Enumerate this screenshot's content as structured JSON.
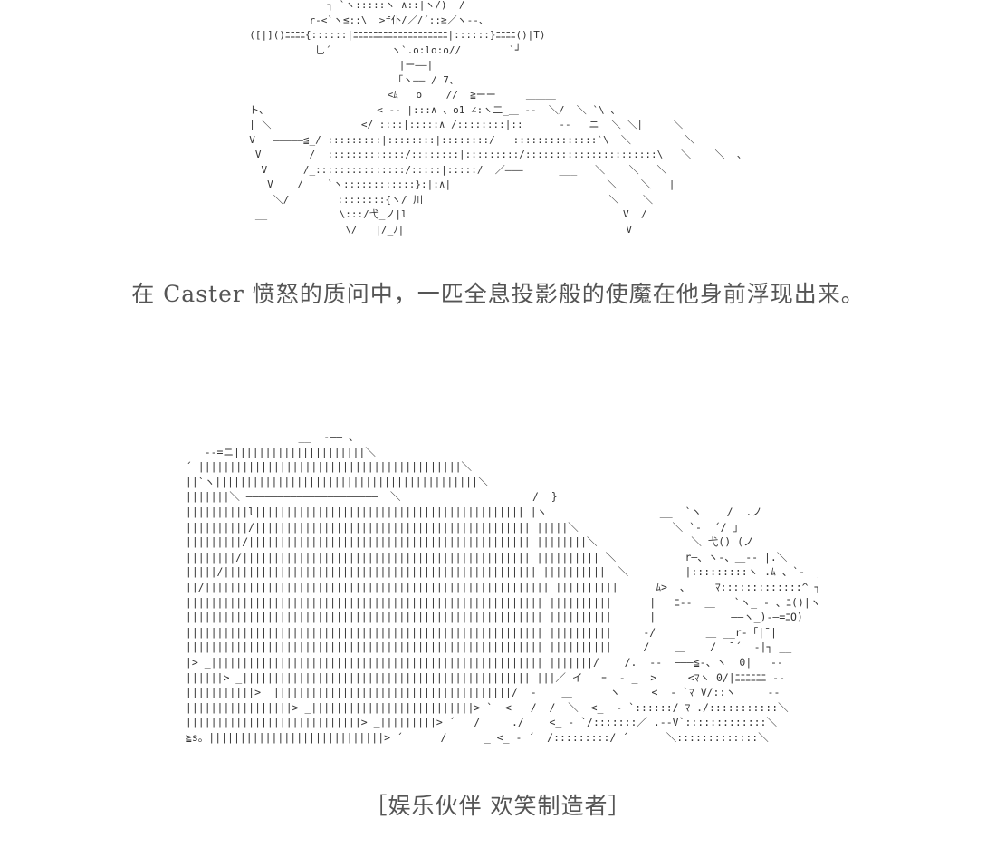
{
  "art": {
    "top": "               ┐ `ヽ:::::ヽ ∧::|ヽ/)  /\n            r-<`ヽ≦::\\  >f仆/／/´::≧／ヽ--、\n  ([|]()ﾆﾆﾆﾆ{::::::|ﾆﾆﾆﾆﾆﾆﾆﾆﾆﾆﾆﾆﾆﾆﾆﾆﾆﾆﾆ|::::::}ﾆﾆﾆﾆ()|T)\n             乚´          ヽ`.o:lo:o//        `┘\n                           |ー――|\n                          「ヽ―― / 7、\n                         <ﾑ   o    //  ≧ーー     ＿＿＿\n  ト、                  < -- |:::∧ 、o1 ∠:ヽ二_＿ --  ＼/  ＼ `\\ 、\n  | ＼               </ ::::|:::::∧ /::::::::|::      --   ニ  ＼ ＼|     ＼\n  V   ―――――≦_/ :::::::::|::::::::|::::::::/   ::::::::::::::`\\  ＼         ＼\n   V        /  :::::::::::::/::::::::|:::::::::/::::::::::::::::::::::\\   ＼    ＼  、\n    V      /_:::::::::::::::/:::::|:::::/  ／―――      ___   ＼    ＼   ＼\n     V    /    `ヽ::::::::::::}:|:∧|                          ＼    ＼   |\n      ＼/        ::::::::{ヽ/ 川                               ＼    ＼\n   __            \\:::/弋_ノ|l                                    V  /\n                  \\/   |/_ﾉ|                                     V",
    "bottom": "                   __  -―― 、\n  _ --=ニ|||||||||||||||||||||＼\n ´ ||||||||||||||||||||||||||||||||||||||||||＼\n ||`ヽ||||||||||||||||||||||||||||||||||||||||||＼\n |||||||＼ ―――――――――――――――――――――  ＼                     /  }\n ||||||||||l||||||||||||||||||||||||||||||||||||||||||| |ヽ                  __  `ヽ    /  .ノ\n ||||||||||/|||||||||||||||||||||||||||||||||||||||||||| |||||＼               ＼ `-  ´/ 」\n |||||||||/||||||||||||||||||||||||||||||||||||||||||||| ||||||||＼               ＼ 弋() (ノ\n ||||||||/|||||||||||||||||||||||||||||||||||||||||||||| |||||||||| ＼           r―、ヽ-、＿-- |.＼\n |||||/|||||||||||||||||||||||||||||||||||||||||||||||||| ||||||||||  ＼         |:::::::::ヽ .ﾑ 、`-  __＼\n ||/||||||||||||||||||||||||||||||||||||||||||||||||||||||| ||||||||||      ﾑ>  、    ﾏ:::::::::::::^ ┐ /フ\n ||||||||||||||||||||||||||||||||||||||||||||||||||||||||| ||||||||||      |   ﾆ--  ＿   `ヽ_ - 、ﾆ()|ヽ_ヽ\n ||||||||||||||||||||||||||||||||||||||||||||||||||||||||| ||||||||||      |            ――ヽ_)-―=ﾆO)\n ||||||||||||||||||||||||||||||||||||||||||||||||||||||||| ||||||||||     -/        ＿ __r-「|¯|\n ||||||||||||||||||||||||||||||||||||||||||||||||||||||||| ||||||||||     /    ＿    /  ¯´  -|┐ __\n |> _||||||||||||||||||||||||||||||||||||||||||||||||||||| |||||||/    /.  --  ―――≦-、ヽ  0|   --\n ||||||> _|||||||||||||||||||||||||||||||||||||||||||||| |||／ イ   ｰ  - _  >     <ﾏヽ 0/|ﾆﾆﾆﾆﾆﾆ --\n |||||||||||> _||||||||||||||||||||||||||||||||||||||/  - _  ＿   __ ヽ     <_ - `ﾏ V/::ヽ __  --\n |||||||||||||||||> _||||||||||||||||||||||||||> `  <   /  /  ＼  <_  - `::::::/ ﾏ ./:::::::::::＼\n ||||||||||||||||||||||||||||> _|||||||||> ´   /     ./    <_ - `/:::::::／ .--V`:::::::::::::＼\n ≧s。||||||||||||||||||||||||||||> ´      /      _ <_ - ´  /:::::::::/ ´      ＼:::::::::::::＼"
  },
  "captions": {
    "top": "在 Caster 愤怒的质问中，一匹全息投影般的使魔在他身前浮现出来。",
    "bottom": "［娱乐伙伴 欢笑制造者］"
  }
}
